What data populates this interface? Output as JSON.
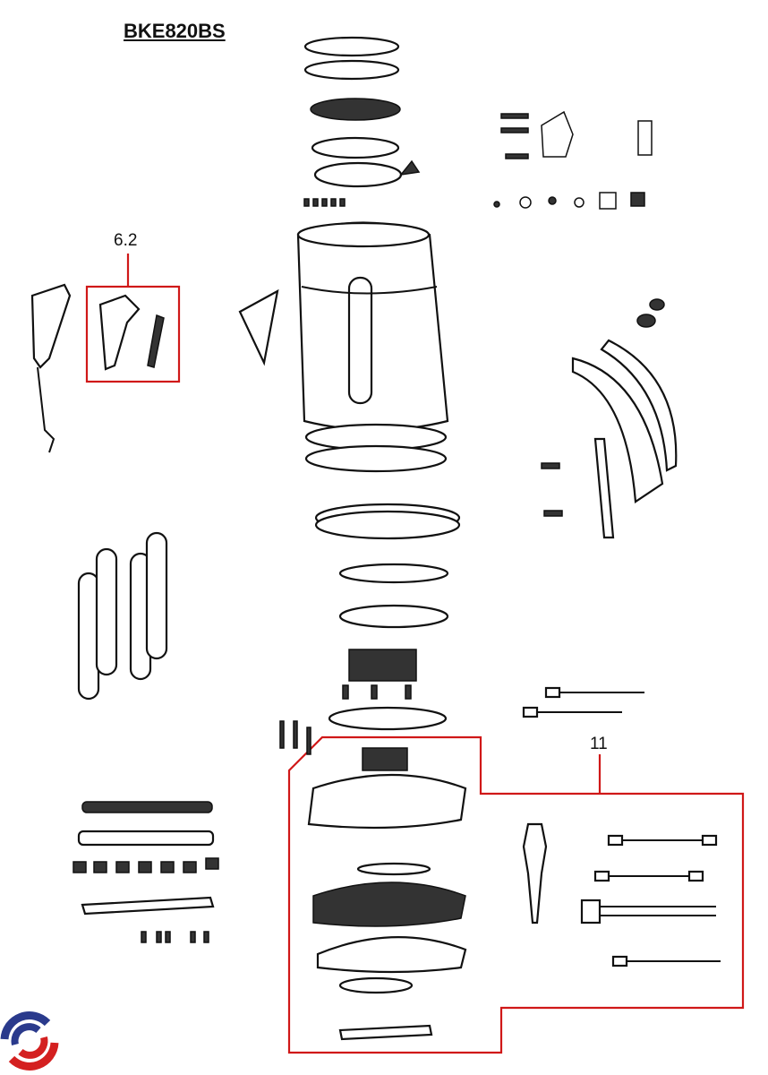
{
  "title": "BKE820BS",
  "callouts": [
    {
      "label": "6.2",
      "group": "handle-trim-parts"
    },
    {
      "label": "11",
      "group": "base-and-power-cord-assembly"
    }
  ],
  "colors": {
    "highlight": "#d01818",
    "logo_blue": "#2a3a8c",
    "logo_red": "#d42020"
  }
}
